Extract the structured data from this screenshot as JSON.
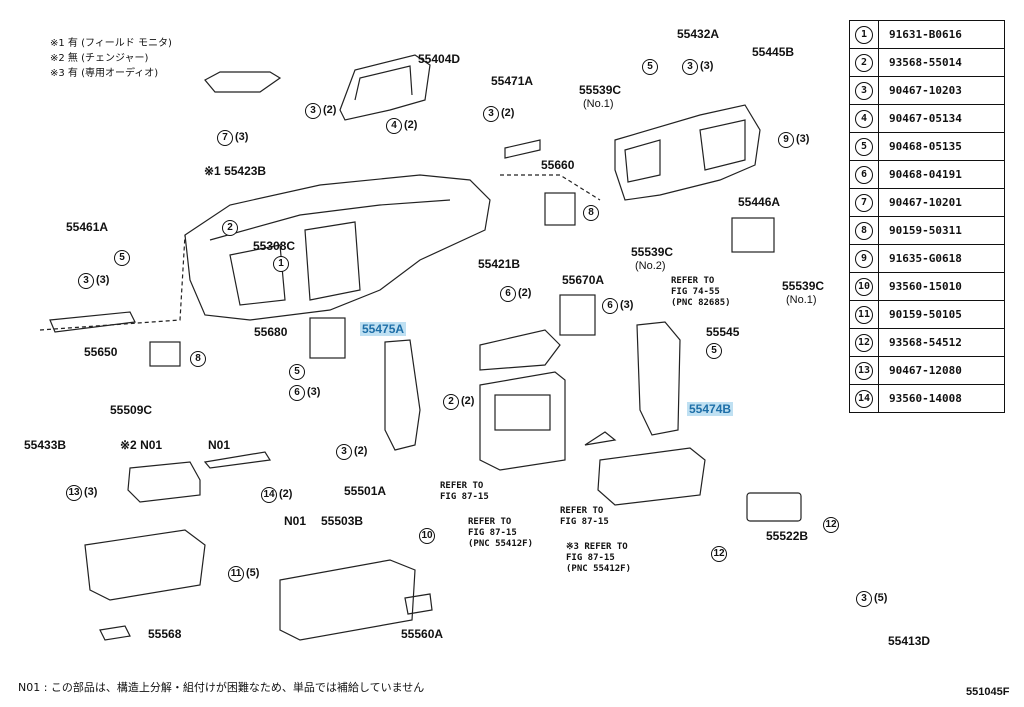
{
  "header_notes": [
    "※1 有 (フィールド モニタ)",
    "※2 無 (チェンジャー)",
    "※3 有 (専用オーディオ)"
  ],
  "part_labels": {
    "p55404D": "55404D",
    "p55423B": "※1 55423B",
    "p55471A": "55471A",
    "p55432A": "55432A",
    "p55445B": "55445B",
    "p55539C_1a": "55539C",
    "p55539C_1a_sub": "(No.1)",
    "p55660": "55660",
    "p55446A": "55446A",
    "p55539C_2": "55539C",
    "p55539C_2_sub": "(No.2)",
    "p55539C_1b": "55539C",
    "p55539C_1b_sub": "(No.1)",
    "p55461A": "55461A",
    "p55308C": "55308C",
    "p55421B": "55421B",
    "p55670A": "55670A",
    "p55545": "55545",
    "p55680": "55680",
    "p55475A": "55475A",
    "p55650": "55650",
    "p55474B": "55474B",
    "p55509C": "55509C",
    "p55433B": "55433B",
    "pN01a": "※2 N01",
    "pN01b": "N01",
    "p55501A": "55501A",
    "pN01c": "N01",
    "p55503B": "55503B",
    "p55522B": "55522B",
    "p55568": "55568",
    "p55560A": "55560A",
    "p55413D": "55413D"
  },
  "callouts": [
    {
      "n": "7",
      "q": "(3)"
    },
    {
      "n": "3",
      "q": "(2)"
    },
    {
      "n": "4",
      "q": "(2)"
    },
    {
      "n": "3",
      "q": "(2)"
    },
    {
      "n": "5",
      "q": ""
    },
    {
      "n": "3",
      "q": "(3)"
    },
    {
      "n": "9",
      "q": "(3)"
    },
    {
      "n": "8",
      "q": ""
    },
    {
      "n": "2",
      "q": ""
    },
    {
      "n": "1",
      "q": ""
    },
    {
      "n": "3",
      "q": "(3)"
    },
    {
      "n": "5",
      "q": ""
    },
    {
      "n": "6",
      "q": "(2)"
    },
    {
      "n": "6",
      "q": "(3)"
    },
    {
      "n": "8",
      "q": ""
    },
    {
      "n": "5",
      "q": ""
    },
    {
      "n": "6",
      "q": "(3)"
    },
    {
      "n": "3",
      "q": "(2)"
    },
    {
      "n": "2",
      "q": "(2)"
    },
    {
      "n": "5",
      "q": ""
    },
    {
      "n": "13",
      "q": "(3)"
    },
    {
      "n": "14",
      "q": "(2)"
    },
    {
      "n": "10",
      "q": ""
    },
    {
      "n": "11",
      "q": "(5)"
    },
    {
      "n": "12",
      "q": ""
    },
    {
      "n": "12",
      "q": ""
    },
    {
      "n": "3",
      "q": "(5)"
    }
  ],
  "refer_notes": {
    "r1": "REFER TO\nFIG 74-55\n(PNC 82685)",
    "r2": "REFER TO\nFIG 87-15",
    "r3": "REFER TO\nFIG 87-15\n(PNC 55412F)",
    "r4": "REFER TO\nFIG 87-15",
    "r5": "※3 REFER TO\nFIG 87-15\n(PNC 55412F)"
  },
  "legend": [
    {
      "key": "1",
      "part": "91631-B0616"
    },
    {
      "key": "2",
      "part": "93568-55014"
    },
    {
      "key": "3",
      "part": "90467-10203"
    },
    {
      "key": "4",
      "part": "90467-05134"
    },
    {
      "key": "5",
      "part": "90468-05135"
    },
    {
      "key": "6",
      "part": "90468-04191"
    },
    {
      "key": "7",
      "part": "90467-10201"
    },
    {
      "key": "8",
      "part": "90159-50311"
    },
    {
      "key": "9",
      "part": "91635-G0618"
    },
    {
      "key": "10",
      "part": "93560-15010"
    },
    {
      "key": "11",
      "part": "90159-50105"
    },
    {
      "key": "12",
      "part": "93568-54512"
    },
    {
      "key": "13",
      "part": "90467-12080"
    },
    {
      "key": "14",
      "part": "93560-14008"
    }
  ],
  "footer_note": "N01 : この部品は、構造上分解・組付けが困難なため、単品では補給していません",
  "sheet_code": "551045F",
  "colors": {
    "highlight_bg": "#bfe0f2",
    "highlight_text": "#1e6fa8"
  }
}
